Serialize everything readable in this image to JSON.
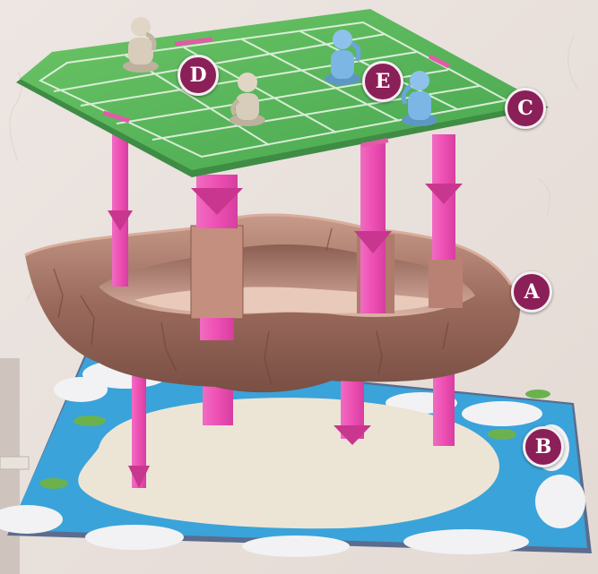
{
  "labels": {
    "a": "A",
    "b": "B",
    "c": "C",
    "d": "D",
    "e": "E"
  },
  "colors": {
    "wall": "#ece4df",
    "grass_board": "#55b65a",
    "grass_lines": "#e8f3e6",
    "rock": "#9a6a5c",
    "rock_light": "#c99a88",
    "rock_top": "#b98a7c",
    "sea": "#2f9bd4",
    "sand": "#ece5d6",
    "cloud": "#f2f2f4",
    "arrow": "#ee4fb3",
    "badge": "#8b1f57",
    "tan_figure": "#d8cdbb",
    "blue_figure": "#7cb6e4"
  },
  "icons": {
    "arrow": "down-arrow-icon",
    "tan_figure": "tan-figure-icon",
    "blue_figure": "blue-figure-icon"
  }
}
